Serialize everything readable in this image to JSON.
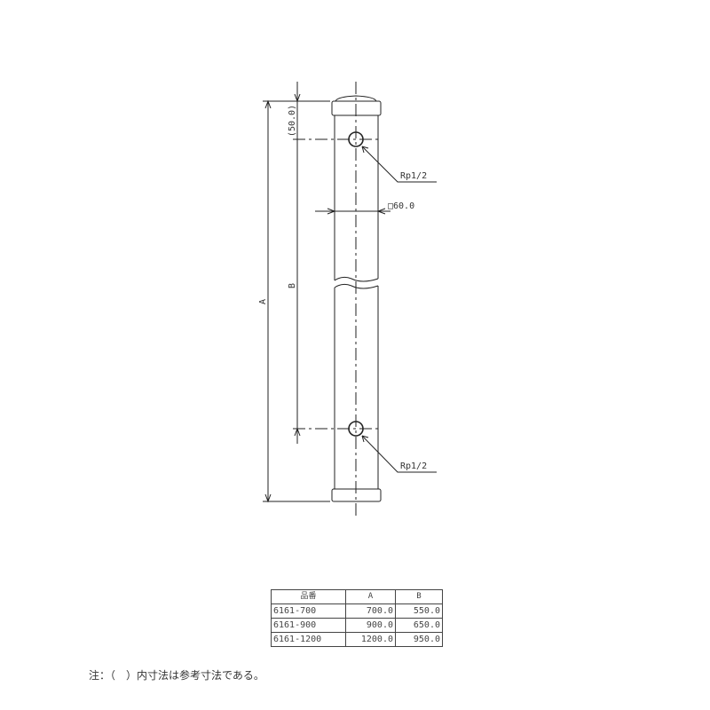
{
  "drawing": {
    "dim_top": "(50.0)",
    "dim_a": "A",
    "dim_b": "B",
    "width_label": "□60.0",
    "port_top": "Rp1/2",
    "port_bottom": "Rp1/2"
  },
  "table": {
    "headers": [
      "品番",
      "A",
      "B"
    ],
    "rows": [
      [
        "6161-700",
        "700.0",
        "550.0"
      ],
      [
        "6161-900",
        "900.0",
        "650.0"
      ],
      [
        "6161-1200",
        "1200.0",
        "950.0"
      ]
    ]
  },
  "note": "注：（　）内寸法は参考寸法である。"
}
